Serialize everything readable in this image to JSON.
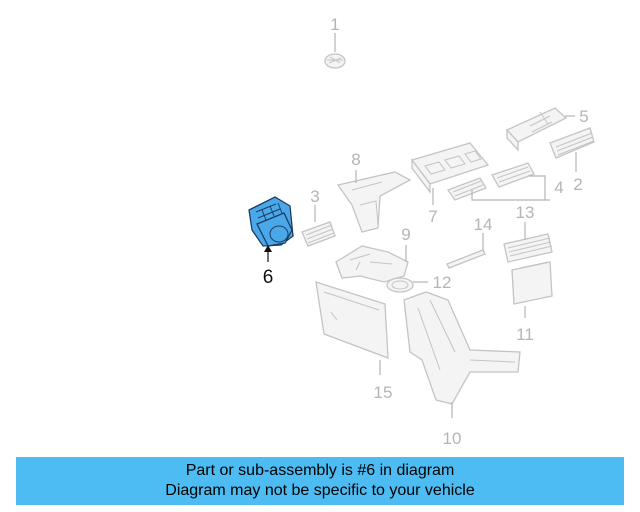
{
  "diagram": {
    "callouts": [
      "1",
      "2",
      "3",
      "4",
      "5",
      "6",
      "7",
      "8",
      "9",
      "10",
      "11",
      "12",
      "13",
      "14",
      "15"
    ],
    "highlighted_callout": "6",
    "highlight_color": "#4aa8e8",
    "part_color": "#c4c4c4"
  },
  "banner": {
    "line1": "Part or sub-assembly is #6 in diagram",
    "line2": "Diagram may not be specific to your vehicle",
    "color": "#4dbcf2"
  }
}
